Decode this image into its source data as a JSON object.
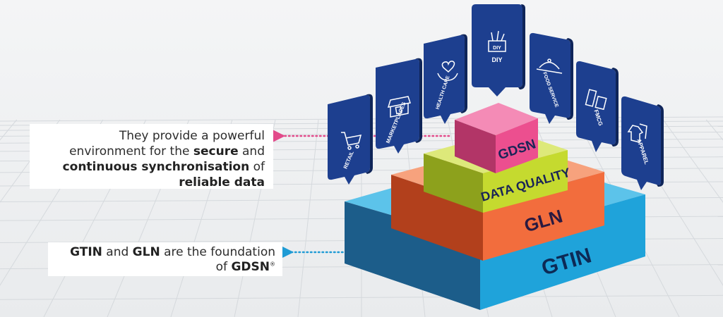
{
  "callouts": {
    "sync": {
      "line1": "They provide a powerful",
      "line2_pre": "environment for the ",
      "line2_bold": "secure",
      "line2_post": " and",
      "line3_bold": "continuous synchronisation",
      "line3_post": " of",
      "line4_bold": "reliable data"
    },
    "foundation": {
      "b1": "GTIN",
      "t1": " and ",
      "b2": "GLN",
      "t2": " are the foundation",
      "t3": "of ",
      "b3": "GDSN",
      "reg": "®"
    }
  },
  "pyramid": {
    "gdsn": "GDSN",
    "data_quality": "DATA QUALITY",
    "gln": "GLN",
    "gtin": "GTIN"
  },
  "sectors": [
    "RETAIL",
    "MARKETPLACES",
    "HEALTH CARE",
    "DIY",
    "FOOD SERVICE",
    "FMCG",
    "APPAREL"
  ],
  "colors": {
    "navy": "#1d3f8f",
    "navy_dark": "#0f2559",
    "gtin": "#1fa3da",
    "gln": "#f26d3d",
    "data_quality": "#c5da2f",
    "gdsn": "#ec4f8f",
    "arrow_pink": "#e24a8a",
    "arrow_blue": "#1f9bd5"
  },
  "icons": [
    "cart-icon",
    "storefront-icon",
    "hands-heart-icon",
    "toolbox-icon",
    "cloche-icon",
    "grocery-icon",
    "clothes-icon"
  ]
}
